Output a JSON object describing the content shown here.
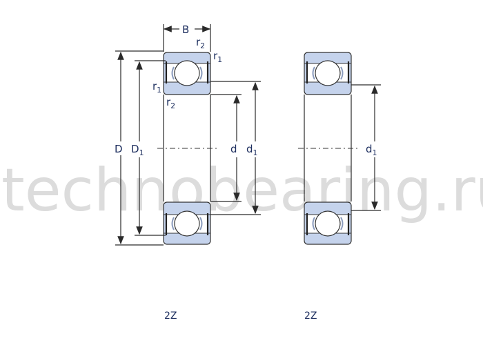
{
  "watermark": "technobearing.ru",
  "left_view": {
    "labels": {
      "B": "B",
      "D": "D",
      "D1": "D",
      "D1_sub": "1",
      "d": "d",
      "d1": "d",
      "d1_sub": "1",
      "r2_top": "r",
      "r2_top_sub": "2",
      "r1_top": "r",
      "r1_top_sub": "1",
      "r1_bottom": "r",
      "r1_bottom_sub": "1",
      "r2_bottom": "r",
      "r2_bottom_sub": "2"
    },
    "caption": "2Z"
  },
  "right_view": {
    "labels": {
      "d1": "d",
      "d1_sub": "1"
    },
    "caption": "2Z"
  },
  "colors": {
    "ring_fill": "#c5d3ec",
    "text": "#1f3060",
    "watermark": "#dcdcdc"
  }
}
